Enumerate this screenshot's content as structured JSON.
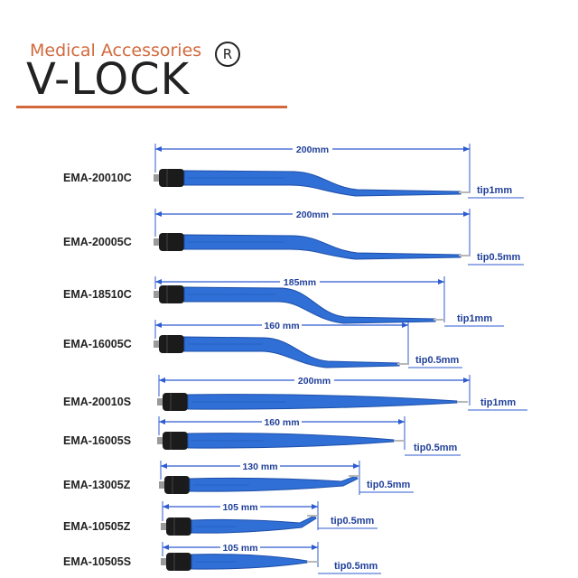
{
  "brand": {
    "tagline": "Medical Accessories",
    "name": "V-LOCK",
    "registered_mark": "R",
    "accent_color": "#d2693d"
  },
  "colors": {
    "forceps_blue": "#2f6fd6",
    "forceps_dark": "#1f4fa8",
    "connector": "#1b1b1b",
    "dimension_line": "#2d5bd0",
    "dimension_text": "#1f3f9a"
  },
  "instruments": [
    {
      "model": "EMA-20010C",
      "length": "200mm",
      "tip": "tip1mm",
      "shape": "bayonet"
    },
    {
      "model": "EMA-20005C",
      "length": "200mm",
      "tip": "tip0.5mm",
      "shape": "bayonet"
    },
    {
      "model": "EMA-18510C",
      "length": "185mm",
      "tip": "tip1mm",
      "shape": "bayonet"
    },
    {
      "model": "EMA-16005C",
      "length": "160 mm",
      "tip": "tip0.5mm",
      "shape": "bayonet"
    },
    {
      "model": "EMA-20010S",
      "length": "200mm",
      "tip": "tip1mm",
      "shape": "straight"
    },
    {
      "model": "EMA-16005S",
      "length": "160 mm",
      "tip": "tip0.5mm",
      "shape": "straight"
    },
    {
      "model": "EMA-13005Z",
      "length": "130 mm",
      "tip": "tip0.5mm",
      "shape": "angled"
    },
    {
      "model": "EMA-10505Z",
      "length": "105 mm",
      "tip": "tip0.5mm",
      "shape": "angled"
    },
    {
      "model": "EMA-10505S",
      "length": "105 mm",
      "tip": "tip0.5mm",
      "shape": "straight"
    }
  ]
}
